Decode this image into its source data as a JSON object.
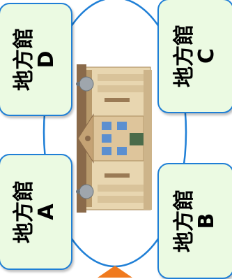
{
  "nodes": {
    "a": {
      "name": "地方館",
      "letter": "A"
    },
    "b": {
      "name": "地方館",
      "letter": "B"
    },
    "c": {
      "name": "地方館",
      "letter": "C"
    },
    "d": {
      "name": "地方館",
      "letter": "D"
    }
  },
  "colors": {
    "box_fill": "#ebfae2",
    "box_border": "#1f7fd6",
    "ellipse_stroke": "#1f7fd6",
    "arrow": "#f07a1e"
  },
  "icons": {
    "center": "museum-building-icon",
    "bottom": "arrow-up-icon"
  }
}
